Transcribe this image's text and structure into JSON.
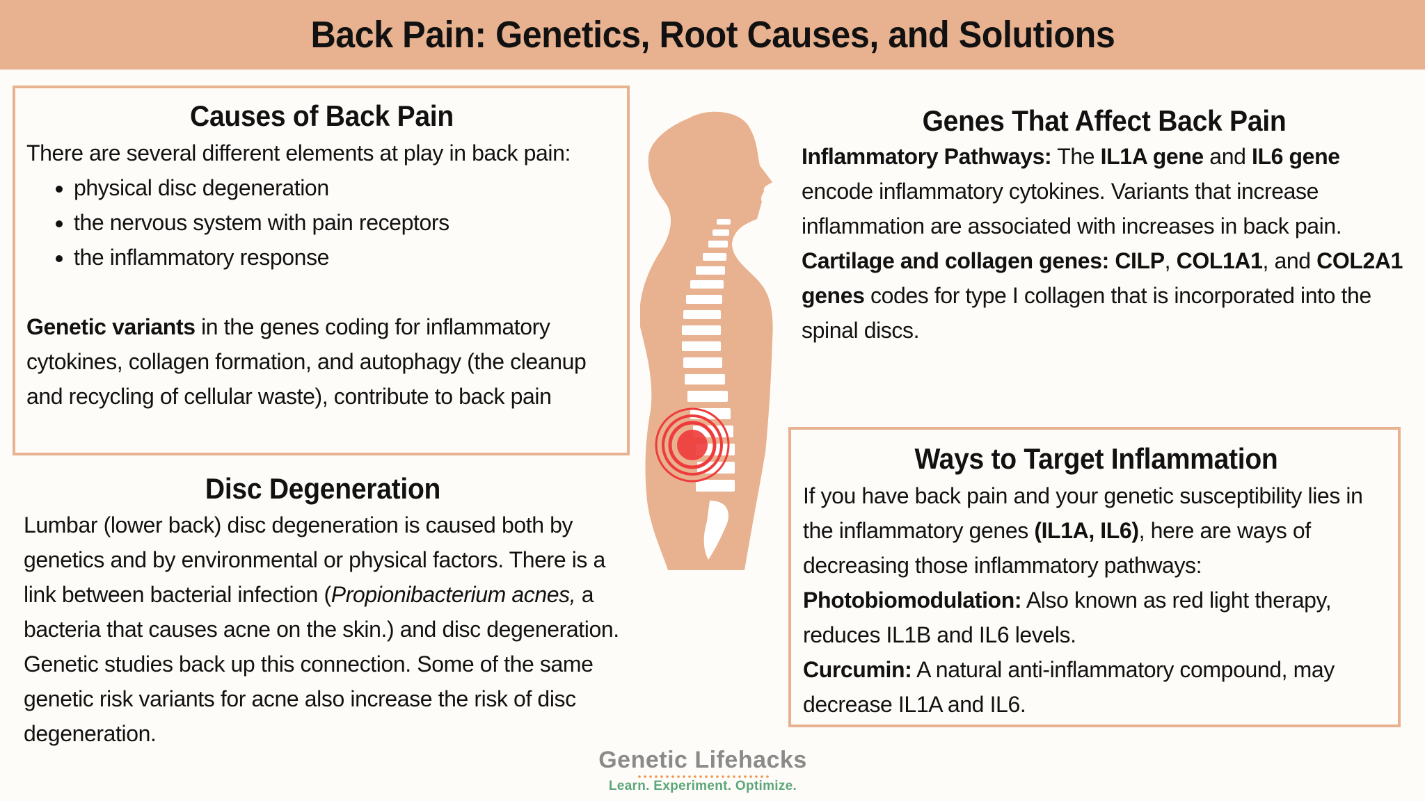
{
  "header": {
    "title": "Back Pain: Genetics, Root Causes, and Solutions"
  },
  "colors": {
    "accent_peach": "#e8b18f",
    "background": "#fefcf8",
    "pain_red": "#ee3b3b",
    "logo_gray": "#8a8a8a",
    "logo_green": "#5aa67a",
    "logo_orange": "#f0944a"
  },
  "causes": {
    "title": "Causes of Back Pain",
    "intro": "There are several different elements at play in back pain:",
    "bullets": [
      "physical disc degeneration",
      "the nervous system with pain receptors",
      "the inflammatory response"
    ],
    "genetic_bold": "Genetic variants",
    "genetic_text": " in the genes coding for inflammatory cytokines, collagen formation, and autophagy (the cleanup and recycling of cellular waste), contribute to back pain"
  },
  "disc": {
    "title": "Disc Degeneration",
    "text_1": "Lumbar (lower back) disc degeneration is caused both by genetics and by environmental or physical factors. There is a link between bacterial infection (",
    "italic": "Propionibacterium acnes,",
    "text_2": " a bacteria that causes acne on the skin.) and disc degeneration. Genetic studies back up this connection. Some of the same genetic risk variants for acne also increase the risk of disc degeneration."
  },
  "genes": {
    "title": "Genes That Affect Back Pain",
    "p1": {
      "label": "Inflammatory Pathways:",
      "t1": " The ",
      "gene1": "IL1A gene",
      "t2": " and ",
      "gene2": "IL6 gene",
      "t3": " encode inflammatory cytokines. Variants that increase inflammation are associated with increases in back pain."
    },
    "p2": {
      "label": "Cartilage and collagen genes: CILP",
      "t1": ", ",
      "gene1": "COL1A1",
      "t2": ", and ",
      "gene2": "COL2A1 genes",
      "t3": " codes for type I collagen that is incorporated into the spinal discs."
    }
  },
  "ways": {
    "title": "Ways to Target Inflammation",
    "intro_1": "If you have back pain and your genetic susceptibility lies in the inflammatory genes ",
    "intro_bold": "(IL1A, IL6)",
    "intro_2": ", here are ways of decreasing those inflammatory pathways:",
    "items": [
      {
        "label": "Photobiomodulation:",
        "text": " Also known as red light therapy,  reduces IL1B and IL6 levels."
      },
      {
        "label": "Curcumin:",
        "text": " A natural anti-inflammatory compound, may decrease IL1A and IL6."
      }
    ]
  },
  "figure": {
    "icon": "human-spine-silhouette-icon",
    "highlight": "lower-back-pain-target-icon"
  },
  "logo": {
    "name": "Genetic Lifehacks",
    "tagline": "Learn. Experiment. Optimize."
  }
}
